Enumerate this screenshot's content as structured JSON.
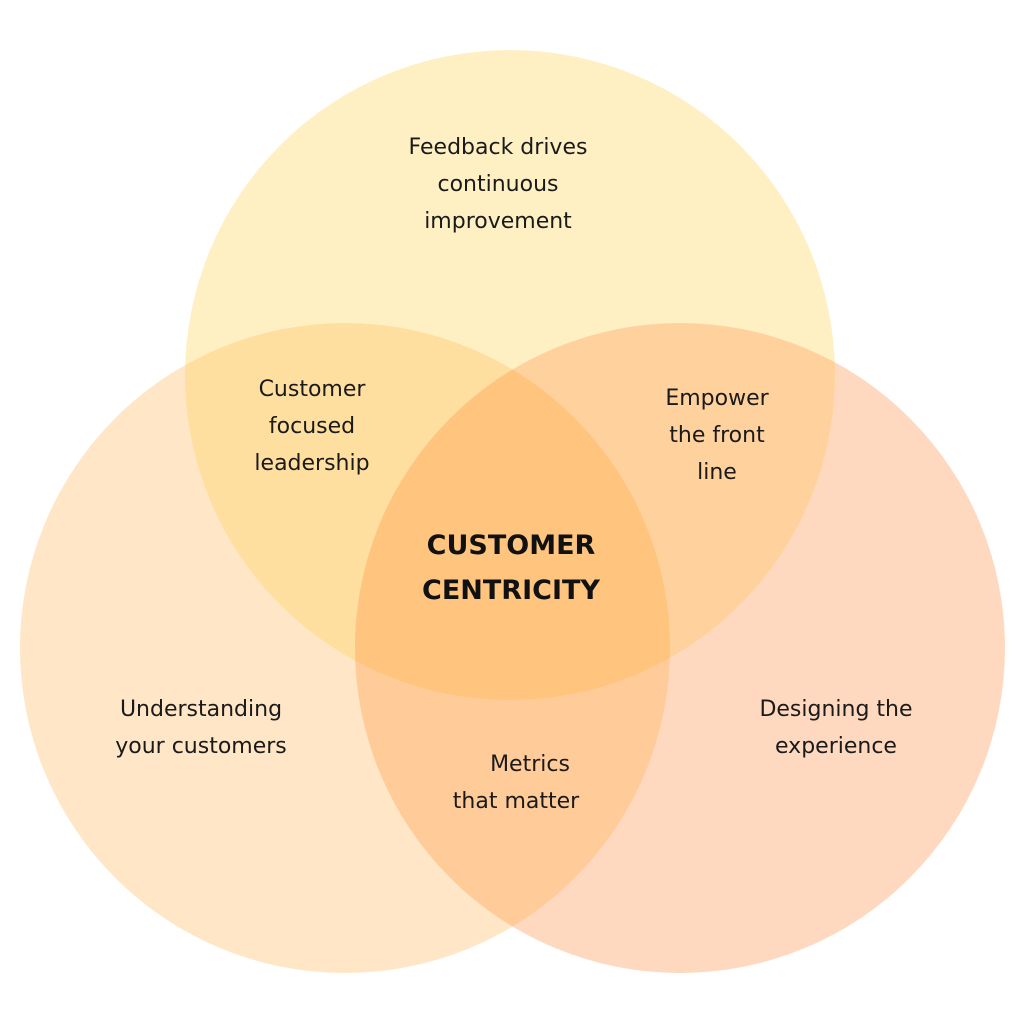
{
  "diagram": {
    "type": "venn",
    "title": "Customer Centricity",
    "circles": [
      {
        "id": "top",
        "label_lines": [
          "Feedback drives",
          "continuous",
          "improvement"
        ],
        "color": "#FFEFBF"
      },
      {
        "id": "left",
        "label_lines": [
          "Understanding",
          "your customers"
        ],
        "color": "#FFE3BF"
      },
      {
        "id": "right",
        "label_lines": [
          "Designing the",
          "experience"
        ],
        "color": "#FFD3B8"
      }
    ],
    "intersections": [
      {
        "id": "top-left",
        "label_lines": [
          "Customer",
          "focused",
          "leadership"
        ]
      },
      {
        "id": "top-right",
        "label_lines": [
          "Empower",
          "the front",
          "line"
        ]
      },
      {
        "id": "left-right",
        "label_lines": [
          "Metrics",
          "that matter"
        ]
      }
    ],
    "center": {
      "label_lines": [
        "CUSTOMER",
        "CENTRICITY"
      ]
    }
  }
}
